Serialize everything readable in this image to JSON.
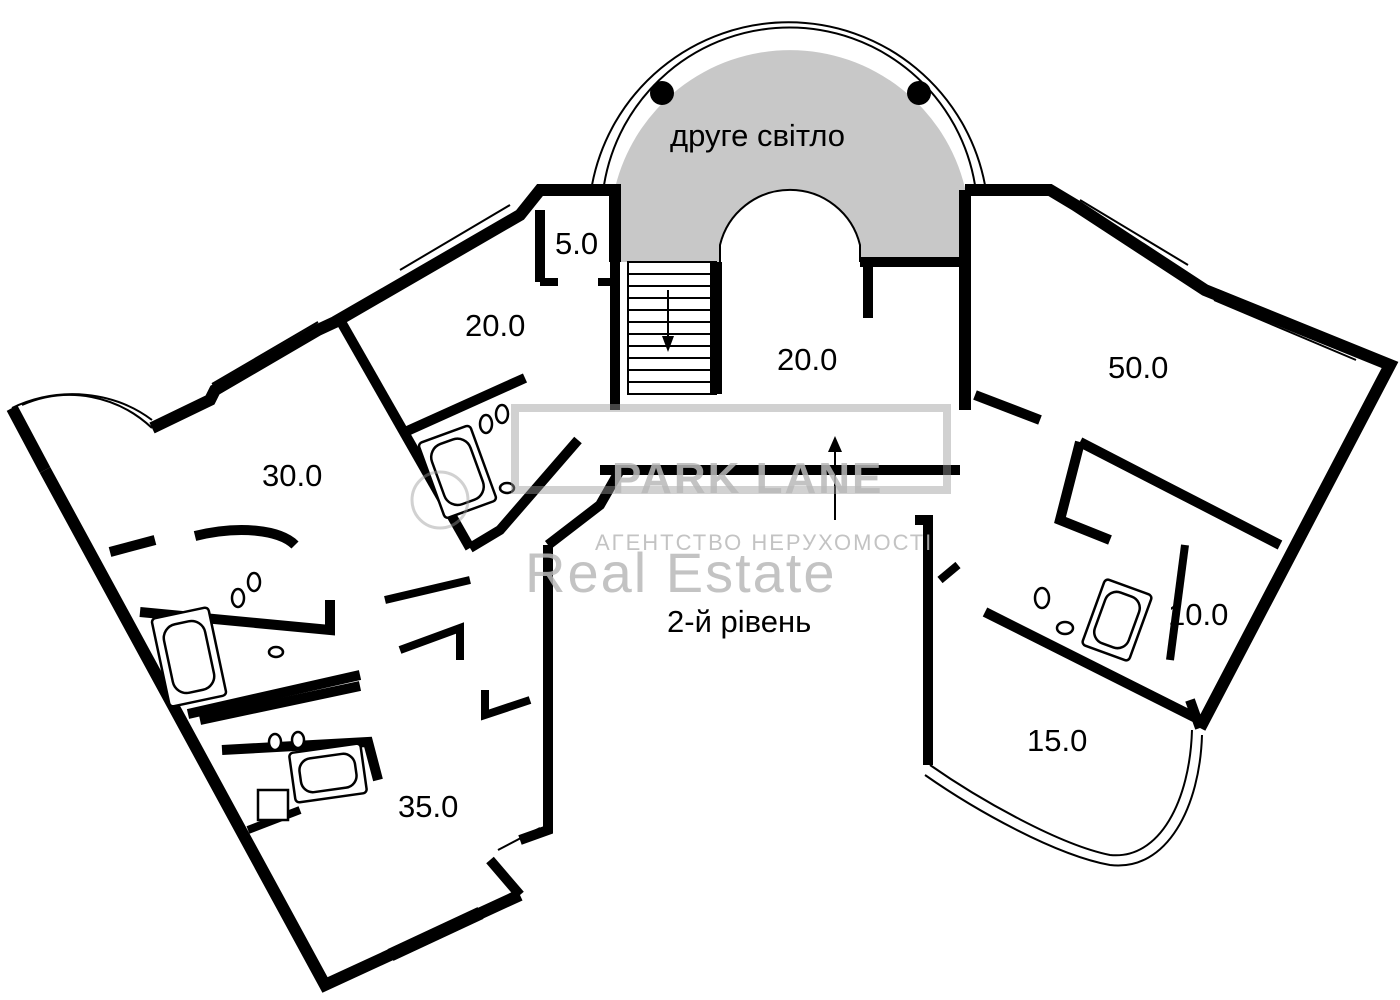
{
  "plan": {
    "title": "2-й рівень",
    "rooms": [
      {
        "id": "void",
        "label": "друге світло"
      },
      {
        "id": "closet",
        "label": "5.0"
      },
      {
        "id": "bedroom-top",
        "label": "20.0"
      },
      {
        "id": "hall",
        "label": "20.0"
      },
      {
        "id": "room-right",
        "label": "50.0"
      },
      {
        "id": "room-left",
        "label": "30.0"
      },
      {
        "id": "room-small",
        "label": "10.0"
      },
      {
        "id": "room-bottom-left",
        "label": "35.0"
      },
      {
        "id": "balcony-right",
        "label": "15.0"
      }
    ]
  },
  "watermark": {
    "brand": "PARK LANE",
    "tagline": "АГЕНТСТВО НЕРУХОМОСТІ",
    "text": "Real Estate"
  },
  "colors": {
    "wall": "#000000",
    "void_fill": "#c8c8c8",
    "watermark": "#b9b9b9"
  }
}
